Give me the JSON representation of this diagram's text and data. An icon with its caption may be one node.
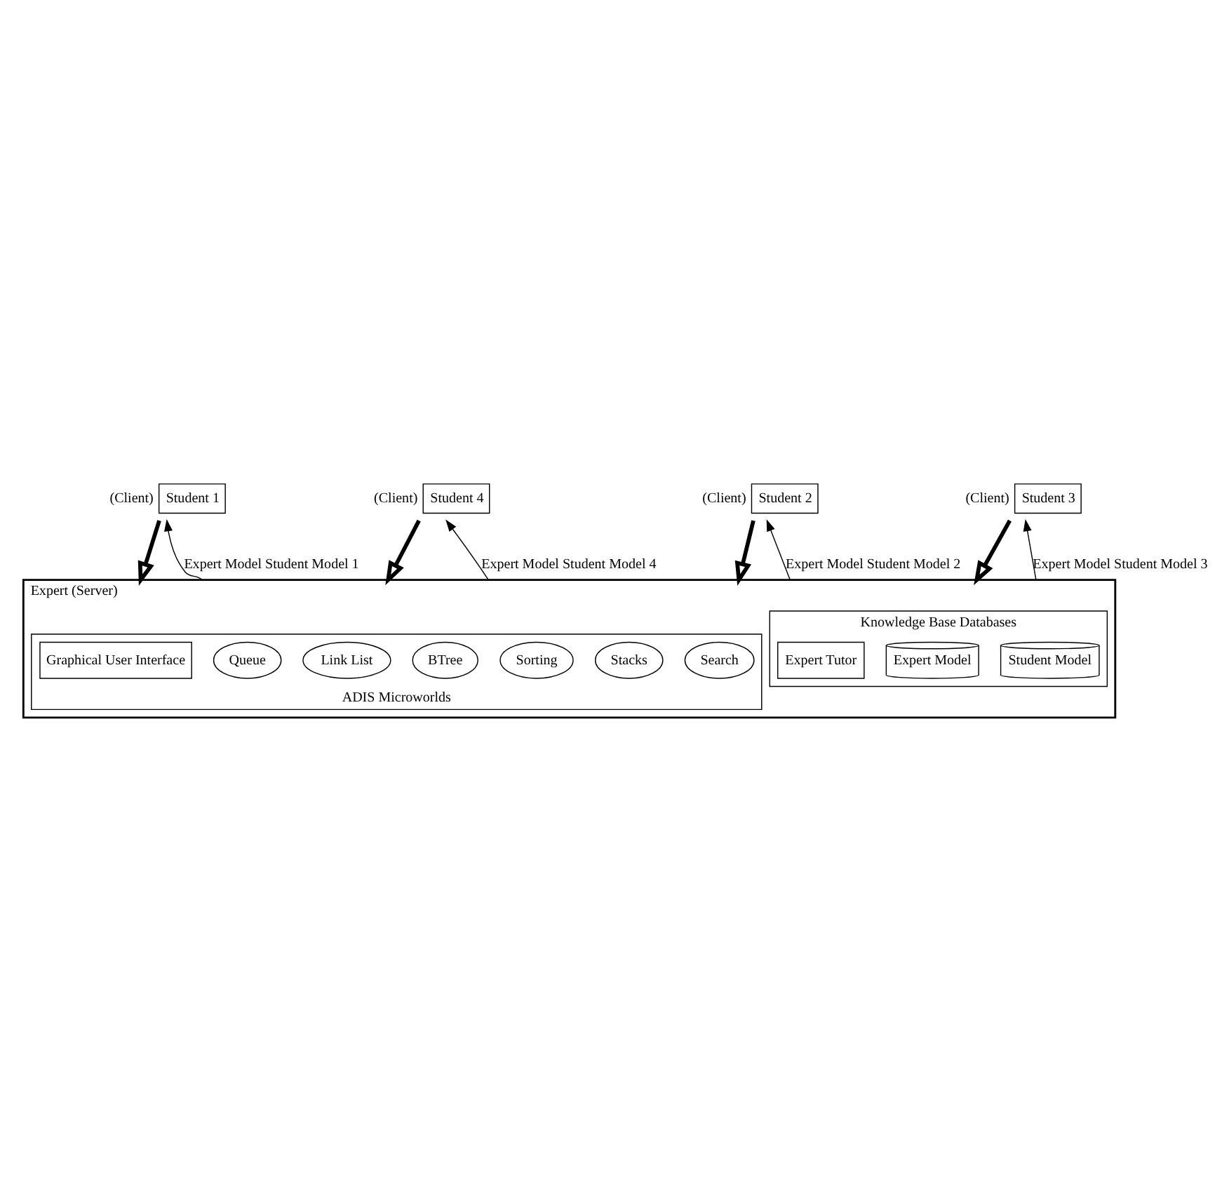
{
  "diagram": {
    "nodes": [
      {
        "text": [
          "Expert (Server)"
        ]
      },
      {
        "text": [
          "ADIS Microworlds"
        ],
        "in": 0
      },
      {
        "text": [
          "Graphical User Interface"
        ],
        "in": 1
      },
      {
        "text": [
          "Stacks"
        ],
        "in": 1
      },
      {
        "text": [
          "Queue"
        ],
        "in": 1
      },
      {
        "text": [
          "BTree"
        ],
        "in": 1
      },
      {
        "text": [
          "Link List"
        ],
        "in": 1
      },
      {
        "text": [
          "Sorting"
        ],
        "in": 1
      },
      {
        "text": [
          "Search"
        ],
        "in": 1
      },
      {
        "text": [
          "Knowledge Base Databases"
        ],
        "in": 0
      },
      {
        "text": [
          "Expert Tutor"
        ],
        "in": 9
      },
      {
        "text": [
          "Expert Model"
        ],
        "in": 9
      },
      {
        "text": [
          "Student Model"
        ],
        "in": 9
      },
      {
        "text": [
          "Student 1"
        ],
        "beside": [
          "(Client)"
        ]
      },
      {
        "text": [
          "Student 4"
        ],
        "beside": [
          "(Client)"
        ]
      },
      {
        "text": [
          "Student 2"
        ],
        "beside": [
          "(Client)"
        ]
      },
      {
        "text": [
          "Student 3"
        ],
        "beside": [
          "(Client)"
        ]
      }
    ],
    "edges": [
      {
        "from": 13,
        "to": 0,
        "arrow": "to",
        "style": "thick"
      },
      {
        "from": 0,
        "to": 13,
        "arrow": "to",
        "label": "Expert Model Student Model 1"
      },
      {
        "from": 14,
        "to": 0,
        "arrow": "to",
        "style": "thick"
      },
      {
        "from": 0,
        "to": 14,
        "arrow": "to",
        "label": "Expert Model Student Model 4"
      },
      {
        "from": 15,
        "to": 0,
        "arrow": "to",
        "style": "thick"
      },
      {
        "from": 0,
        "to": 15,
        "arrow": "to",
        "label": "Expert Model Student Model 2"
      },
      {
        "from": 16,
        "to": 0,
        "arrow": "to",
        "style": "thick"
      },
      {
        "from": 0,
        "to": 16,
        "arrow": "to",
        "label": "Expert Model Student Model 3"
      }
    ]
  }
}
